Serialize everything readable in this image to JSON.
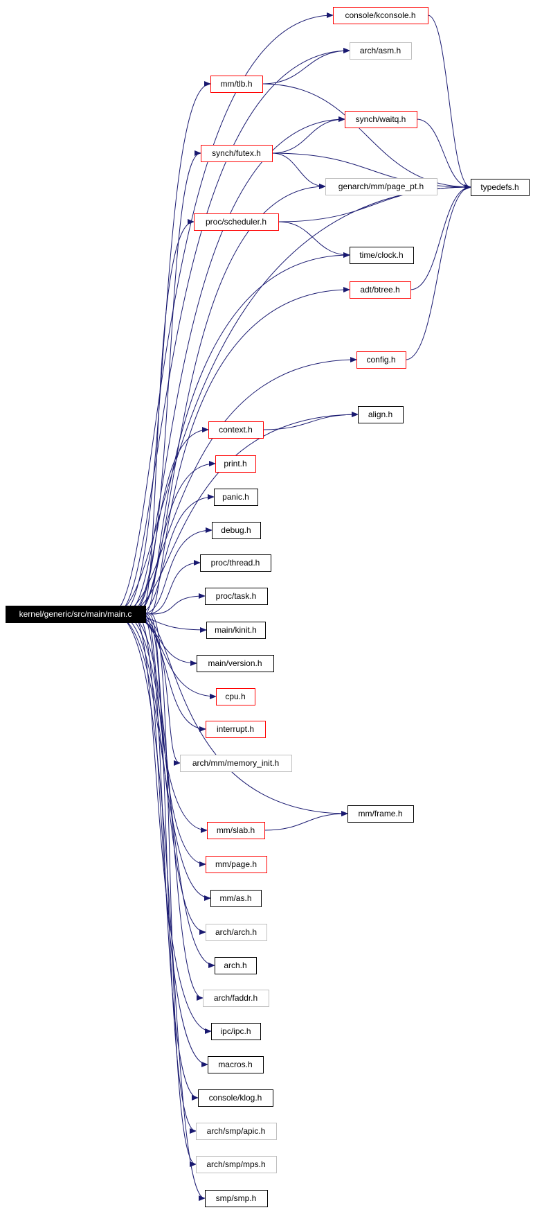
{
  "colors": {
    "edge": "#191970",
    "border_black": "#000000",
    "border_red": "#ff0000",
    "border_gray": "#bfbfbf",
    "root_fill": "#000000",
    "root_text": "#ffffff",
    "node_fill": "#ffffff",
    "node_text": "#000000"
  },
  "root": {
    "id": "main",
    "label": "kernel/generic/src/main/main.c"
  },
  "nodes": [
    {
      "id": "kconsole",
      "label": "console/kconsole.h",
      "border": "red"
    },
    {
      "id": "asm",
      "label": "arch/asm.h",
      "border": "gray"
    },
    {
      "id": "tlb",
      "label": "mm/tlb.h",
      "border": "red"
    },
    {
      "id": "waitq",
      "label": "synch/waitq.h",
      "border": "red"
    },
    {
      "id": "futex",
      "label": "synch/futex.h",
      "border": "red"
    },
    {
      "id": "typedefs",
      "label": "typedefs.h",
      "border": "black"
    },
    {
      "id": "page_pt",
      "label": "genarch/mm/page_pt.h",
      "border": "gray"
    },
    {
      "id": "scheduler",
      "label": "proc/scheduler.h",
      "border": "red"
    },
    {
      "id": "clock",
      "label": "time/clock.h",
      "border": "black"
    },
    {
      "id": "btree",
      "label": "adt/btree.h",
      "border": "red"
    },
    {
      "id": "config",
      "label": "config.h",
      "border": "red"
    },
    {
      "id": "align",
      "label": "align.h",
      "border": "black"
    },
    {
      "id": "context",
      "label": "context.h",
      "border": "red"
    },
    {
      "id": "print",
      "label": "print.h",
      "border": "red"
    },
    {
      "id": "panic",
      "label": "panic.h",
      "border": "black"
    },
    {
      "id": "debug",
      "label": "debug.h",
      "border": "black"
    },
    {
      "id": "thread",
      "label": "proc/thread.h",
      "border": "black"
    },
    {
      "id": "task",
      "label": "proc/task.h",
      "border": "black"
    },
    {
      "id": "kinit",
      "label": "main/kinit.h",
      "border": "black"
    },
    {
      "id": "version",
      "label": "main/version.h",
      "border": "black"
    },
    {
      "id": "cpu",
      "label": "cpu.h",
      "border": "red"
    },
    {
      "id": "interrupt",
      "label": "interrupt.h",
      "border": "red"
    },
    {
      "id": "memory_init",
      "label": "arch/mm/memory_init.h",
      "border": "gray"
    },
    {
      "id": "frame",
      "label": "mm/frame.h",
      "border": "black"
    },
    {
      "id": "slab",
      "label": "mm/slab.h",
      "border": "red"
    },
    {
      "id": "page",
      "label": "mm/page.h",
      "border": "red"
    },
    {
      "id": "as",
      "label": "mm/as.h",
      "border": "black"
    },
    {
      "id": "arch_arch",
      "label": "arch/arch.h",
      "border": "gray"
    },
    {
      "id": "arch",
      "label": "arch.h",
      "border": "black"
    },
    {
      "id": "faddr",
      "label": "arch/faddr.h",
      "border": "gray"
    },
    {
      "id": "ipc",
      "label": "ipc/ipc.h",
      "border": "black"
    },
    {
      "id": "macros",
      "label": "macros.h",
      "border": "black"
    },
    {
      "id": "klog",
      "label": "console/klog.h",
      "border": "black"
    },
    {
      "id": "apic",
      "label": "arch/smp/apic.h",
      "border": "gray"
    },
    {
      "id": "mps",
      "label": "arch/smp/mps.h",
      "border": "gray"
    },
    {
      "id": "smp",
      "label": "smp/smp.h",
      "border": "black"
    }
  ],
  "edges": [
    [
      "main",
      "kconsole"
    ],
    [
      "main",
      "asm"
    ],
    [
      "main",
      "tlb"
    ],
    [
      "main",
      "waitq"
    ],
    [
      "main",
      "futex"
    ],
    [
      "main",
      "page_pt"
    ],
    [
      "main",
      "scheduler"
    ],
    [
      "main",
      "clock"
    ],
    [
      "main",
      "btree"
    ],
    [
      "main",
      "typedefs"
    ],
    [
      "main",
      "config"
    ],
    [
      "main",
      "align"
    ],
    [
      "main",
      "context"
    ],
    [
      "main",
      "print"
    ],
    [
      "main",
      "panic"
    ],
    [
      "main",
      "debug"
    ],
    [
      "main",
      "thread"
    ],
    [
      "main",
      "task"
    ],
    [
      "main",
      "kinit"
    ],
    [
      "main",
      "version"
    ],
    [
      "main",
      "cpu"
    ],
    [
      "main",
      "interrupt"
    ],
    [
      "main",
      "memory_init"
    ],
    [
      "main",
      "frame"
    ],
    [
      "main",
      "slab"
    ],
    [
      "main",
      "page"
    ],
    [
      "main",
      "as"
    ],
    [
      "main",
      "arch_arch"
    ],
    [
      "main",
      "arch"
    ],
    [
      "main",
      "faddr"
    ],
    [
      "main",
      "ipc"
    ],
    [
      "main",
      "macros"
    ],
    [
      "main",
      "klog"
    ],
    [
      "main",
      "apic"
    ],
    [
      "main",
      "mps"
    ],
    [
      "main",
      "smp"
    ],
    [
      "kconsole",
      "typedefs"
    ],
    [
      "tlb",
      "asm"
    ],
    [
      "tlb",
      "typedefs"
    ],
    [
      "futex",
      "waitq"
    ],
    [
      "futex",
      "page_pt"
    ],
    [
      "futex",
      "typedefs"
    ],
    [
      "waitq",
      "typedefs"
    ],
    [
      "scheduler",
      "clock"
    ],
    [
      "scheduler",
      "typedefs"
    ],
    [
      "btree",
      "typedefs"
    ],
    [
      "config",
      "typedefs"
    ],
    [
      "context",
      "align"
    ],
    [
      "slab",
      "frame"
    ]
  ]
}
